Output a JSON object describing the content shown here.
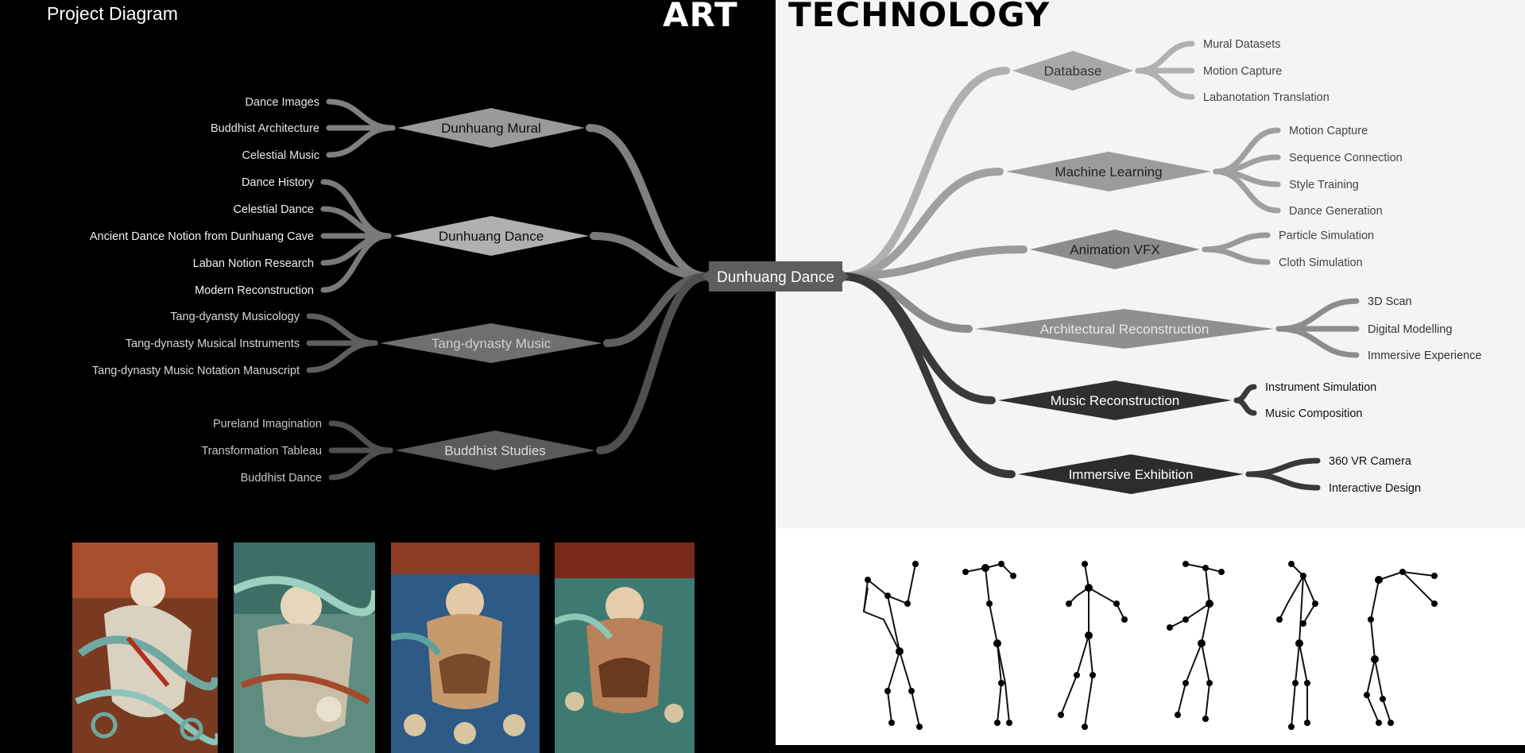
{
  "header": {
    "title": "Project Diagram",
    "art_label": "ART",
    "technology_label": "TECHNOLOGY"
  },
  "center": {
    "label": "Dunhuang Dance"
  },
  "art_branches": [
    {
      "name": "dunhuang-mural",
      "label": "Dunhuang Mural",
      "leaves": [
        "Dance Images",
        "Buddhist Architecture",
        "Celestial Music"
      ]
    },
    {
      "name": "dunhuang-dance",
      "label": "Dunhuang Dance",
      "leaves": [
        "Dance History",
        "Celestial Dance",
        "Ancient Dance Notion from Dunhuang Cave",
        "Laban Notion Research",
        "Modern Reconstruction"
      ]
    },
    {
      "name": "tang-dynasty-music",
      "label": "Tang-dynasty Music",
      "leaves": [
        "Tang-dyansty Musicology",
        "Tang-dynasty Musical Instruments",
        "Tang-dynasty Music Notation Manuscript"
      ]
    },
    {
      "name": "buddhist-studies",
      "label": "Buddhist Studies",
      "leaves": [
        "Pureland Imagination",
        "Transformation Tableau",
        "Buddhist Dance"
      ]
    }
  ],
  "technology_branches": [
    {
      "name": "database",
      "label": "Database",
      "leaves": [
        "Mural Datasets",
        "Motion Capture",
        "Labanotation Translation"
      ]
    },
    {
      "name": "machine-learning",
      "label": "Machine Learning",
      "leaves": [
        "Motion Capture",
        "Sequence Connection",
        "Style Training",
        "Dance Generation"
      ]
    },
    {
      "name": "animation-vfx",
      "label": "Animation VFX",
      "leaves": [
        "Particle Simulation",
        "Cloth Simulation"
      ]
    },
    {
      "name": "architectural-reconstruction",
      "label": "Architectural Reconstruction",
      "leaves": [
        "3D Scan",
        "Digital Modelling",
        "Immersive Experience"
      ]
    },
    {
      "name": "music-reconstruction",
      "label": "Music Reconstruction",
      "leaves": [
        "Instrument Simulation",
        "Music Composition"
      ]
    },
    {
      "name": "immersive-exhibition",
      "label": "Immersive Exhibition",
      "leaves": [
        "360 VR Camera",
        "Interactive Design"
      ]
    }
  ],
  "colors": {
    "art_background": "#000000",
    "technology_background": "#f4f4f4",
    "center_node": "#5e5e5e",
    "art_nodes": [
      "#9a9a9a",
      "#b0b0b0",
      "#6f6f6f",
      "#5a5a5a"
    ],
    "technology_nodes": [
      "#a8a8a8",
      "#9c9c9c",
      "#8c8c8c",
      "#8f8f8f",
      "#2f2f2f",
      "#2c2c2c"
    ]
  },
  "images": {
    "mural_panels": 4,
    "pose_skeletons": 6
  }
}
